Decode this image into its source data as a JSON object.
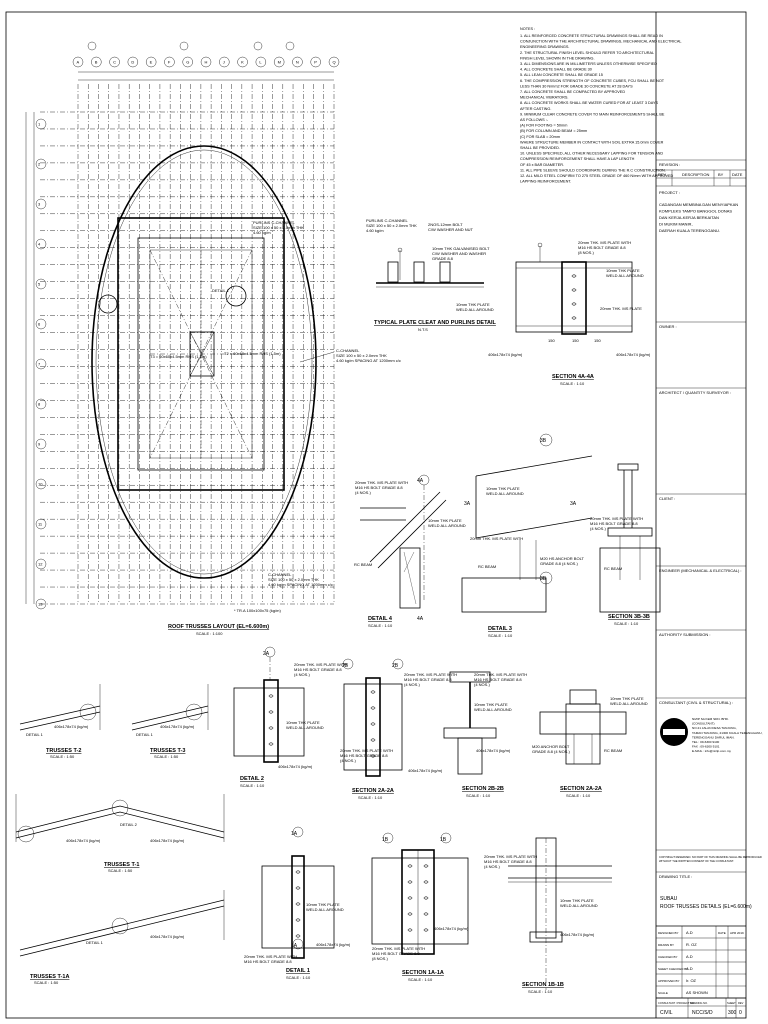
{
  "notes": {
    "heading": "NOTES :",
    "items": [
      "1. ALL REINFORCED CONCRETE STRUCTURAL DRAWINGS SHALL BE READ IN",
      "CONJUNCTION WITH THE ARCHITECTURAL DRAWINGS, MECHANICAL AND ELECTRICAL",
      "ENGINEERING DRAWINGS.",
      "2. THE STRUCTURAL FINISH LEVEL SHOULD REFER TO ARCHITECTURAL",
      "FINISH LEVEL SHOWN IN THE DRAWING.",
      "3. ALL DIMENSIONS ARE IN MILLIMETERS UNLESS OTHERWISE SPECIFIED",
      "4. ALL CONCRETE SHALL BE GRADE 30",
      "5. ALL LEAN CONCRETE SHALL BE GRADE 15",
      "6. THE COMPRESSION STRENGTH OF CONCRETE CUBES, FCU SHALL BE NOT",
      "LESS THAN 30 N/mm2 FOR GRADE 30 CONCRETE AT 28 DAYS",
      "7. ALL CONCRETE SHALL BE COMPACTED BY APPROVED",
      "MECHANICAL VIBRATORS.",
      "8. ALL CONCRETE WORKS SHALL BE WATER CURED FOR AT LEAST 3 DAYS",
      "AFTER CASTING.",
      "9. MINIMUM CLEAR CONCRETE COVER TO MAIN REINFORCEMENTS SHALL BE",
      "AS FOLLOWS :-",
      "(A) FOR FOOTING = 50mm",
      "(B) FOR COLUMN AND BEAM = 25mm",
      "(C) FOR SLAB = 20mm",
      "WHERE STRUCTURE MEMBER IN CONTACT WITH SOIL EXTRA 15.0mm COVER",
      "SHALL BE PROVIDED.",
      "10. UNLESS SPECIFIED, ALL OTHER NECESSARY LAPPING FOR TENSION AND",
      "COMPRESSION REINFORCEMENT SHALL HAVE A LAP LENGTH",
      "OF 45 x BAR DIAMETER.",
      "11. ALL PIPE SLEEVE SHOULD COORDINATE DURING THE R.C CONSTRUCTION.",
      "12. ALL MILD STEEL CONFIRM TO 275 STEEL GRADE OF 460 N/mm WITH APPROVED",
      "LAPPING REINFORCEMENT."
    ]
  },
  "layout_plan": {
    "top_grid_labels": [
      "A",
      "B",
      "C",
      "D",
      "E",
      "F",
      "G",
      "H",
      "J",
      "K",
      "L",
      "M",
      "N",
      "P",
      "Q"
    ],
    "left_grid_labels": [
      "1",
      "2",
      "3",
      "4",
      "5",
      "6",
      "7",
      "8",
      "9",
      "10",
      "11",
      "12",
      "13"
    ],
    "callouts": {
      "detail_tag": "DETAIL 1",
      "roof_cchannel": "C-CHANNEL",
      "roof_spec": "SIZE 100 x 50 x 2.0mm THK",
      "roof_spacing": "4.60 kg/m SPACING AT 1200mm c/c",
      "truss_label": "T2 = 60x60x4.5mm RHS (1.5m)",
      "truss_label_2": "T3 = 60x60x4.5mm RHS (1.5m)",
      "bottom_cchannel": "C-CHANNEL",
      "bottom_spec": "SIZE 100 x 50 x 2.0mm THK",
      "bottom_spacing": "4.60 kg/m SPACING AT 1200mm c/c",
      "scale_marker": "* TR.A 100x100x75 (kg/m)"
    },
    "title": "ROOF TRUSSES LAYOUT (EL=6.600m)",
    "scale": "SCALE : 1:100"
  },
  "purlin_detail": {
    "title": "TYPICAL PLATE CLEAT AND PURLINS DETAIL",
    "scale": "N.T.S",
    "label_a": "PURLINS C-CHANNEL",
    "label_b": "SIZE 100 x 50 x 2.0mm THK",
    "label_c": "4.60 kg/m",
    "label_d": "2NOS-12mm BOLT",
    "label_e": "C/W WASHER AND NUT",
    "label_f": "10mm THK GALVANISED BOLT",
    "label_g": "C/W WASHER AND WASHER",
    "label_h": "GRADE 8.8",
    "label_i": "10mm THK PLATE",
    "label_j": "WELD ALL AROUND"
  },
  "section_4a": {
    "title": "SECTION 4A-4A",
    "scale": "SCALE : 1:10",
    "label_a": "20mm THK. MS PLATE WITH",
    "label_b": "M16 HS BOLT GRADE 8.8",
    "label_c": "(8 NOS.)",
    "label_d": "10mm THK PLATE",
    "label_e": "WELD ALL AROUND",
    "label_f": "20mm THK. MS PLATE",
    "label_g": "406x178x74 (kg/m)",
    "dims": [
      "150",
      "150",
      "150"
    ]
  },
  "detail_4": {
    "title": "DETAIL 4",
    "scale": "SCALE : 1:10",
    "tag": "4A",
    "label_a": "20mm THK. MS PLATE WITH",
    "label_b": "M16 HS BOLT GRADE 8.8",
    "label_c": "(4 NOS.)",
    "label_d": "10mm THK PLATE",
    "label_e": "WELD ALL AROUND",
    "label_f": "RC BEAM"
  },
  "detail_3": {
    "title": "DETAIL 3",
    "scale": "SCALE : 1:10",
    "tag_a": "3B",
    "tag_b": "3A",
    "label_a": "10mm THK PLATE",
    "label_b": "WELD ALL AROUND",
    "label_c": "20mm THK. MS PLATE WITH",
    "label_d": "M20 HS ANCHOR BOLT",
    "label_e": "GRADE 8.8 (4 NOS.)",
    "label_f": "RC BEAM",
    "label_g": "406x178x74 (kg/m)"
  },
  "section_3b": {
    "title": "SECTION 3B-3B",
    "scale": "SCALE : 1:10",
    "label_a": "20mm THK. MS PLATE WITH",
    "label_b": "M16 HS BOLT GRADE 8.8",
    "label_c": "(4 NOS.)",
    "label_d": "RC BEAM"
  },
  "trusses": [
    {
      "title": "TRUSSES T-2",
      "scale": "SCALE : 1:50",
      "tag": "DETAIL 1"
    },
    {
      "title": "TRUSSES T-3",
      "scale": "SCALE : 1:50",
      "tag": "DETAIL 1"
    },
    {
      "title": "TRUSSES T-1",
      "scale": "SCALE : 1:50",
      "tag": "DETAIL 2"
    },
    {
      "title": "TRUSSES T-1A",
      "scale": "SCALE : 1:50",
      "tag": "DETAIL 1"
    }
  ],
  "truss_member": "406x178x74 (kg/m)",
  "details_row2": [
    {
      "title": "DETAIL 2",
      "scale": "SCALE : 1:10",
      "tag": "2A"
    },
    {
      "title": "SECTION 2A-2A",
      "scale": "SCALE : 1:10",
      "tag": "2B"
    },
    {
      "title": "SECTION 2B-2B",
      "scale": "SCALE : 1:10",
      "tag": ""
    },
    {
      "title": "SECTION 2A-2A",
      "scale": "SCALE : 1:10",
      "tag": ""
    }
  ],
  "details_row3": [
    {
      "title": "DETAIL 1",
      "scale": "SCALE : 1:10",
      "tag": "1A"
    },
    {
      "title": "SECTION 1A-1A",
      "scale": "SCALE : 1:10",
      "tag": "1B"
    },
    {
      "title": "SECTION 1B-1B",
      "scale": "SCALE : 1:10",
      "tag": ""
    }
  ],
  "detail_labels": {
    "plate_bolt": "20mm THK. MS PLATE WITH",
    "bolt_grade": "M16 HS BOLT GRADE 8.8",
    "nos4": "(4 NOS.)",
    "nos8": "(8 NOS.)",
    "weld_plate": "10mm THK PLATE",
    "weld_all": "WELD ALL AROUND",
    "member": "406x178x74 (kg/m)",
    "anchor": "M20 ANCHOR BOLT",
    "anchor_grade": "GRADE 8.8 (4 NOS.)",
    "rc_beam": "RC BEAM"
  },
  "title_block": {
    "revision_heading": "REVISION :",
    "rev_cols": [
      "REV.",
      "DESCRIPTION",
      "BY",
      "DATE"
    ],
    "project_heading": "PROJECT :",
    "project_lines": [
      "CADANGAN MEMBINA DAN MENYIAPKAN",
      "KOMPLEKS TAMPO BANGGOL DONAS",
      "DAN KERJA-KERJA BERKAITAN",
      "DI MUKIM MANIR,",
      "DAERAH KUALA TERENGGANU."
    ],
    "owner_heading": "OWNER :",
    "architect_heading": "ARCHITECT / QUANTITY SURVEYOR :",
    "client_heading": "CLIENT :",
    "me_heading": "ENGINEER (MECHANICAL & ELECTRICAL) :",
    "submission_heading": "AUTHORITY SUBMISSION :",
    "consultant_heading": "CONSULTANT (CIVIL & STRUCTURAL) :",
    "consultant_lines": [
      "NIZIP SA KEM SDN. BHD.",
      "(CONSULTANT)",
      "NO.21 JALAN DESA TANJUNG,",
      "TAMAN TANJUNG, 21300 KUALA TERENGGANU,",
      "TERENGGANU DARUL IMAN.",
      "TEL : 09-6300 9100",
      "FAX : 09-6300 9101",
      "E-MAIL : info@nizip.com.my"
    ],
    "copyright": "COPYRIGHT RESERVED. NO PART OF THIS DRAWING SHALL BE REPRODUCED",
    "copyright_2": "WITHOUT THE WRITTEN CONSENT OF THE CONSULTANT.",
    "drawing_title_heading": "DRAWING TITLE :",
    "drawing_title_lines": [
      "SUBAU",
      "ROOF TRUSSES DETAILS (EL=6.600m)"
    ],
    "meta_rows": [
      [
        "DESIGNED BY",
        "A.D",
        "DATE",
        "APR 2019"
      ],
      [
        "DRAWN BY",
        "R. OZ",
        "",
        ""
      ],
      [
        "CHECKED BY",
        "A.D",
        "",
        ""
      ],
      [
        "SHEET CHECKED BY",
        "A.D",
        "",
        ""
      ],
      [
        "APPROVED BY",
        "Ir. OZ",
        "",
        ""
      ],
      [
        "SCALE",
        "AS SHOWN",
        "",
        ""
      ]
    ],
    "footer_cols": [
      "CONSULTANT / PROJECT NO.",
      "DRAWING NO.",
      "SHEET",
      "REV"
    ],
    "footer_vals": [
      "CIVIL",
      "NCC/S/D",
      "300",
      "0"
    ]
  }
}
